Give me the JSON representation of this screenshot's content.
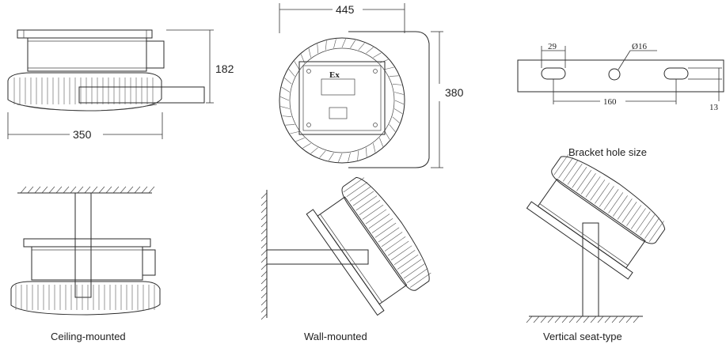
{
  "views": {
    "side": {
      "dim_height": "182",
      "dim_width": "350"
    },
    "front": {
      "dim_width": "445",
      "dim_height": "380",
      "marking": "Ex"
    },
    "bracket": {
      "caption": "Bracket hole size",
      "dim_29": "29",
      "dim_diameter": "Ø16",
      "dim_160": "160",
      "dim_13": "13"
    },
    "ceiling": {
      "caption": "Ceiling-mounted"
    },
    "wall": {
      "caption": "Wall-mounted"
    },
    "vertical": {
      "caption": "Vertical seat-type"
    }
  }
}
